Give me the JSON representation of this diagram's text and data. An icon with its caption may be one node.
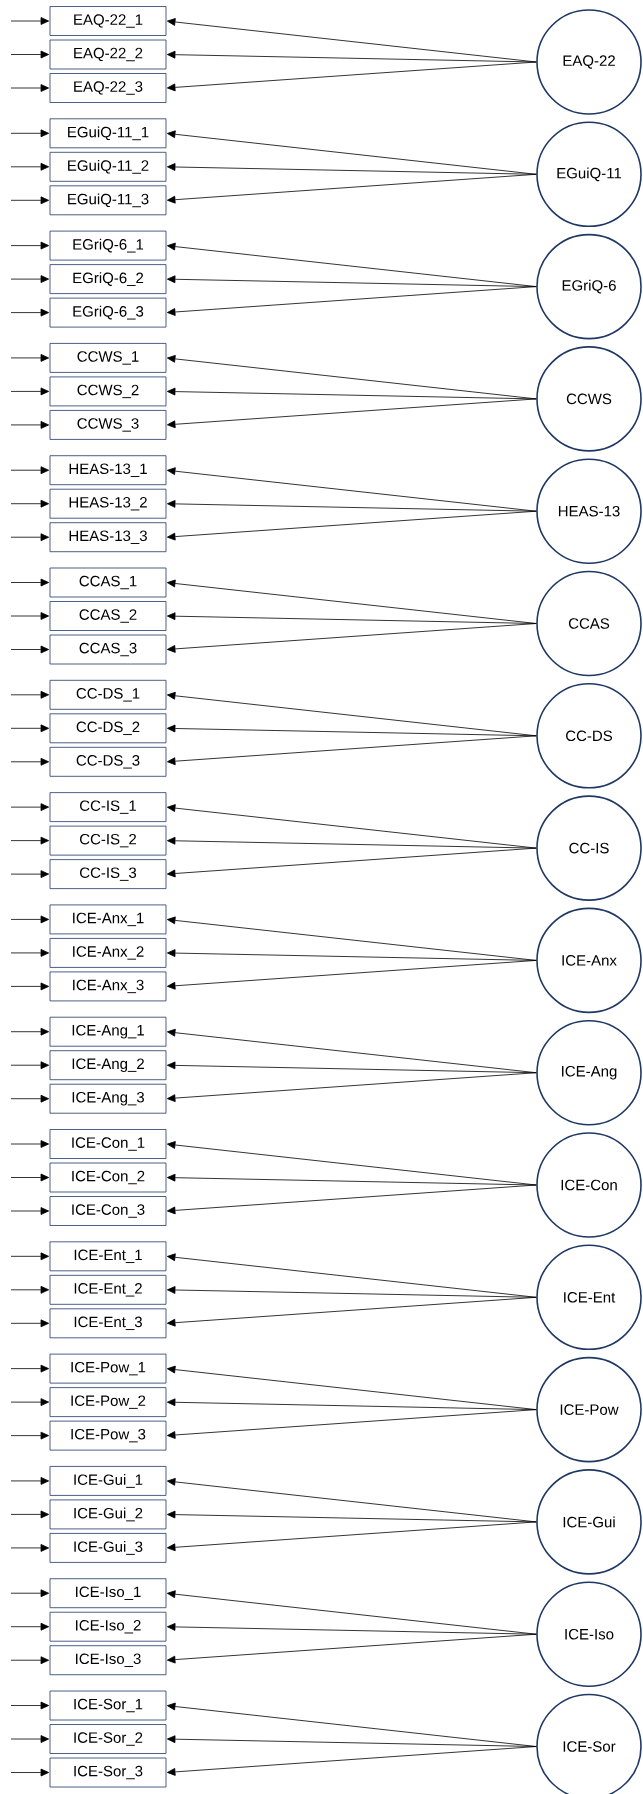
{
  "diagram": {
    "nodes": [
      {
        "text": [
          "EAQ-22_1"
        ]
      },
      {
        "text": [
          "EAQ-22_2"
        ]
      },
      {
        "text": [
          "EAQ-22_3"
        ]
      },
      {
        "text": [
          "EAQ-22"
        ]
      },
      {
        "text": [
          "EGuiQ-11_1"
        ]
      },
      {
        "text": [
          "EGuiQ-11_2"
        ]
      },
      {
        "text": [
          "EGuiQ-11_3"
        ]
      },
      {
        "text": [
          "EGuiQ-11"
        ]
      },
      {
        "text": [
          "EGriQ-6_1"
        ]
      },
      {
        "text": [
          "EGriQ-6_2"
        ]
      },
      {
        "text": [
          "EGriQ-6_3"
        ]
      },
      {
        "text": [
          "EGriQ-6"
        ]
      },
      {
        "text": [
          "CCWS_1"
        ]
      },
      {
        "text": [
          "CCWS_2"
        ]
      },
      {
        "text": [
          "CCWS_3"
        ]
      },
      {
        "text": [
          "CCWS"
        ]
      },
      {
        "text": [
          "HEAS-13_1"
        ]
      },
      {
        "text": [
          "HEAS-13_2"
        ]
      },
      {
        "text": [
          "HEAS-13_3"
        ]
      },
      {
        "text": [
          "HEAS-13"
        ]
      },
      {
        "text": [
          "CCAS_1"
        ]
      },
      {
        "text": [
          "CCAS_2"
        ]
      },
      {
        "text": [
          "CCAS_3"
        ]
      },
      {
        "text": [
          "CCAS"
        ]
      },
      {
        "text": [
          "CC-DS_1"
        ]
      },
      {
        "text": [
          "CC-DS_2"
        ]
      },
      {
        "text": [
          "CC-DS_3"
        ]
      },
      {
        "text": [
          "CC-DS"
        ]
      },
      {
        "text": [
          "CC-IS_1"
        ]
      },
      {
        "text": [
          "CC-IS_2"
        ]
      },
      {
        "text": [
          "CC-IS_3"
        ]
      },
      {
        "text": [
          "CC-IS"
        ]
      },
      {
        "text": [
          "ICE-Anx_1"
        ]
      },
      {
        "text": [
          "ICE-Anx_2"
        ]
      },
      {
        "text": [
          "ICE-Anx_3"
        ]
      },
      {
        "text": [
          "ICE-Anx"
        ]
      },
      {
        "text": [
          "ICE-Ang_1"
        ]
      },
      {
        "text": [
          "ICE-Ang_2"
        ]
      },
      {
        "text": [
          "ICE-Ang_3"
        ]
      },
      {
        "text": [
          "ICE-Ang"
        ]
      },
      {
        "text": [
          "ICE-Con_1"
        ]
      },
      {
        "text": [
          "ICE-Con_2"
        ]
      },
      {
        "text": [
          "ICE-Con_3"
        ]
      },
      {
        "text": [
          "ICE-Con"
        ]
      },
      {
        "text": [
          "ICE-Ent_1"
        ]
      },
      {
        "text": [
          "ICE-Ent_2"
        ]
      },
      {
        "text": [
          "ICE-Ent_3"
        ]
      },
      {
        "text": [
          "ICE-Ent"
        ]
      },
      {
        "text": [
          "ICE-Pow_1"
        ]
      },
      {
        "text": [
          "ICE-Pow_2"
        ]
      },
      {
        "text": [
          "ICE-Pow_3"
        ]
      },
      {
        "text": [
          "ICE-Pow"
        ]
      },
      {
        "text": [
          "ICE-Gui_1"
        ]
      },
      {
        "text": [
          "ICE-Gui_2"
        ]
      },
      {
        "text": [
          "ICE-Gui_3"
        ]
      },
      {
        "text": [
          "ICE-Gui"
        ]
      },
      {
        "text": [
          "ICE-Iso_1"
        ]
      },
      {
        "text": [
          "ICE-Iso_2"
        ]
      },
      {
        "text": [
          "ICE-Iso_3"
        ]
      },
      {
        "text": [
          "ICE-Iso"
        ]
      },
      {
        "text": [
          "ICE-Sor_1"
        ]
      },
      {
        "text": [
          "ICE-Sor_2"
        ]
      },
      {
        "text": [
          "ICE-Sor_3"
        ]
      },
      {
        "text": [
          "ICE-Sor"
        ]
      }
    ],
    "edges": [
      {
        "from": 3,
        "to": 0,
        "arrow": "to"
      },
      {
        "from": 3,
        "to": 1,
        "arrow": "to"
      },
      {
        "from": 3,
        "to": 2,
        "arrow": "to"
      },
      {
        "from": null,
        "to": 0,
        "arrow": "to"
      },
      {
        "from": null,
        "to": 1,
        "arrow": "to"
      },
      {
        "from": null,
        "to": 2,
        "arrow": "to"
      },
      {
        "from": 7,
        "to": 4,
        "arrow": "to"
      },
      {
        "from": 7,
        "to": 5,
        "arrow": "to"
      },
      {
        "from": 7,
        "to": 6,
        "arrow": "to"
      },
      {
        "from": null,
        "to": 4,
        "arrow": "to"
      },
      {
        "from": null,
        "to": 5,
        "arrow": "to"
      },
      {
        "from": null,
        "to": 6,
        "arrow": "to"
      },
      {
        "from": 11,
        "to": 8,
        "arrow": "to"
      },
      {
        "from": 11,
        "to": 9,
        "arrow": "to"
      },
      {
        "from": 11,
        "to": 10,
        "arrow": "to"
      },
      {
        "from": null,
        "to": 8,
        "arrow": "to"
      },
      {
        "from": null,
        "to": 9,
        "arrow": "to"
      },
      {
        "from": null,
        "to": 10,
        "arrow": "to"
      },
      {
        "from": 15,
        "to": 12,
        "arrow": "to"
      },
      {
        "from": 15,
        "to": 13,
        "arrow": "to"
      },
      {
        "from": 15,
        "to": 14,
        "arrow": "to"
      },
      {
        "from": null,
        "to": 12,
        "arrow": "to"
      },
      {
        "from": null,
        "to": 13,
        "arrow": "to"
      },
      {
        "from": null,
        "to": 14,
        "arrow": "to"
      },
      {
        "from": 19,
        "to": 16,
        "arrow": "to"
      },
      {
        "from": 19,
        "to": 17,
        "arrow": "to"
      },
      {
        "from": 19,
        "to": 18,
        "arrow": "to"
      },
      {
        "from": null,
        "to": 16,
        "arrow": "to"
      },
      {
        "from": null,
        "to": 17,
        "arrow": "to"
      },
      {
        "from": null,
        "to": 18,
        "arrow": "to"
      },
      {
        "from": 23,
        "to": 20,
        "arrow": "to"
      },
      {
        "from": 23,
        "to": 21,
        "arrow": "to"
      },
      {
        "from": 23,
        "to": 22,
        "arrow": "to"
      },
      {
        "from": null,
        "to": 20,
        "arrow": "to"
      },
      {
        "from": null,
        "to": 21,
        "arrow": "to"
      },
      {
        "from": null,
        "to": 22,
        "arrow": "to"
      },
      {
        "from": 27,
        "to": 24,
        "arrow": "to"
      },
      {
        "from": 27,
        "to": 25,
        "arrow": "to"
      },
      {
        "from": 27,
        "to": 26,
        "arrow": "to"
      },
      {
        "from": null,
        "to": 24,
        "arrow": "to"
      },
      {
        "from": null,
        "to": 25,
        "arrow": "to"
      },
      {
        "from": null,
        "to": 26,
        "arrow": "to"
      },
      {
        "from": 31,
        "to": 28,
        "arrow": "to"
      },
      {
        "from": 31,
        "to": 29,
        "arrow": "to"
      },
      {
        "from": 31,
        "to": 30,
        "arrow": "to"
      },
      {
        "from": null,
        "to": 28,
        "arrow": "to"
      },
      {
        "from": null,
        "to": 29,
        "arrow": "to"
      },
      {
        "from": null,
        "to": 30,
        "arrow": "to"
      },
      {
        "from": 35,
        "to": 32,
        "arrow": "to"
      },
      {
        "from": 35,
        "to": 33,
        "arrow": "to"
      },
      {
        "from": 35,
        "to": 34,
        "arrow": "to"
      },
      {
        "from": null,
        "to": 32,
        "arrow": "to"
      },
      {
        "from": null,
        "to": 33,
        "arrow": "to"
      },
      {
        "from": null,
        "to": 34,
        "arrow": "to"
      },
      {
        "from": 39,
        "to": 36,
        "arrow": "to"
      },
      {
        "from": 39,
        "to": 37,
        "arrow": "to"
      },
      {
        "from": 39,
        "to": 38,
        "arrow": "to"
      },
      {
        "from": null,
        "to": 36,
        "arrow": "to"
      },
      {
        "from": null,
        "to": 37,
        "arrow": "to"
      },
      {
        "from": null,
        "to": 38,
        "arrow": "to"
      },
      {
        "from": 43,
        "to": 40,
        "arrow": "to"
      },
      {
        "from": 43,
        "to": 41,
        "arrow": "to"
      },
      {
        "from": 43,
        "to": 42,
        "arrow": "to"
      },
      {
        "from": null,
        "to": 40,
        "arrow": "to"
      },
      {
        "from": null,
        "to": 41,
        "arrow": "to"
      },
      {
        "from": null,
        "to": 42,
        "arrow": "to"
      },
      {
        "from": 47,
        "to": 44,
        "arrow": "to"
      },
      {
        "from": 47,
        "to": 45,
        "arrow": "to"
      },
      {
        "from": 47,
        "to": 46,
        "arrow": "to"
      },
      {
        "from": null,
        "to": 44,
        "arrow": "to"
      },
      {
        "from": null,
        "to": 45,
        "arrow": "to"
      },
      {
        "from": null,
        "to": 46,
        "arrow": "to"
      },
      {
        "from": 51,
        "to": 48,
        "arrow": "to"
      },
      {
        "from": 51,
        "to": 49,
        "arrow": "to"
      },
      {
        "from": 51,
        "to": 50,
        "arrow": "to"
      },
      {
        "from": null,
        "to": 48,
        "arrow": "to"
      },
      {
        "from": null,
        "to": 49,
        "arrow": "to"
      },
      {
        "from": null,
        "to": 50,
        "arrow": "to"
      },
      {
        "from": 55,
        "to": 52,
        "arrow": "to"
      },
      {
        "from": 55,
        "to": 53,
        "arrow": "to"
      },
      {
        "from": 55,
        "to": 54,
        "arrow": "to"
      },
      {
        "from": null,
        "to": 52,
        "arrow": "to"
      },
      {
        "from": null,
        "to": 53,
        "arrow": "to"
      },
      {
        "from": null,
        "to": 54,
        "arrow": "to"
      },
      {
        "from": 59,
        "to": 56,
        "arrow": "to"
      },
      {
        "from": 59,
        "to": 57,
        "arrow": "to"
      },
      {
        "from": 59,
        "to": 58,
        "arrow": "to"
      },
      {
        "from": null,
        "to": 56,
        "arrow": "to"
      },
      {
        "from": null,
        "to": 57,
        "arrow": "to"
      },
      {
        "from": null,
        "to": 58,
        "arrow": "to"
      },
      {
        "from": 63,
        "to": 60,
        "arrow": "to"
      },
      {
        "from": 63,
        "to": 61,
        "arrow": "to"
      },
      {
        "from": 63,
        "to": 62,
        "arrow": "to"
      },
      {
        "from": null,
        "to": 60,
        "arrow": "to"
      },
      {
        "from": null,
        "to": 61,
        "arrow": "to"
      },
      {
        "from": null,
        "to": 62,
        "arrow": "to"
      }
    ]
  }
}
